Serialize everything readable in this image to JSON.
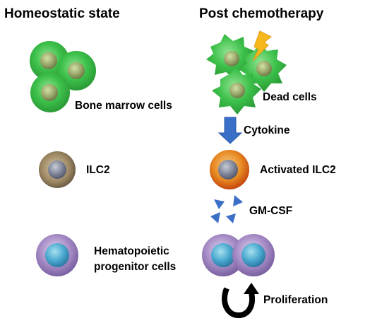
{
  "headers": {
    "left": "Homeostatic state",
    "right": "Post chemotherapy"
  },
  "labels": {
    "bone_marrow_cells": "Bone marrow cells",
    "dead_cells": "Dead cells",
    "cytokine": "Cytokine",
    "ilc2": "ILC2",
    "activated_ilc2": "Activated ILC2",
    "gm_csf": "GM-CSF",
    "hematopoietic_line1": "Hematopoietic",
    "hematopoietic_line2": "progenitor cells",
    "proliferation": "Proliferation"
  },
  "colors": {
    "healthy_cell": "#3cc04a",
    "dead_cell": "#2fbb3e",
    "lightning": "#f6b81c",
    "cytokine_arrow": "#3a6fc8",
    "gm_csf_triangles": "#3c6fc6",
    "ilc2_ring": "#8a7a5e",
    "activated_ilc2_ring": "#d8641b",
    "progenitor_cell": "#9278b5",
    "progenitor_nucleus": "#3fa0c8"
  }
}
